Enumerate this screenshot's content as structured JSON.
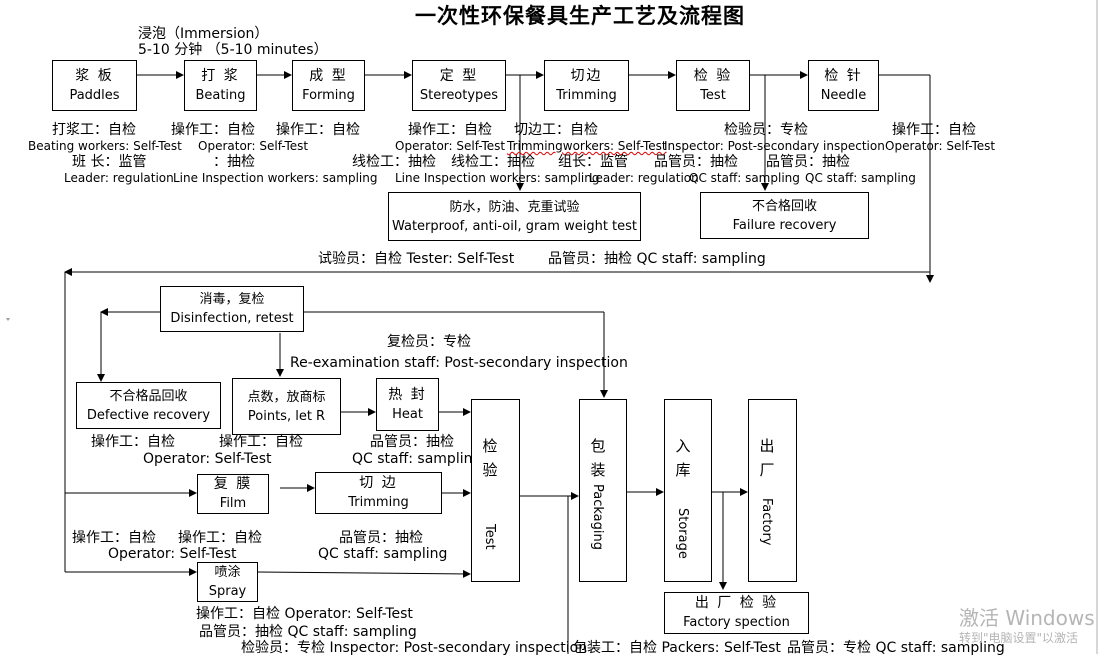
{
  "title": "一次性环保餐具生产工艺及流程图",
  "immersion": {
    "zh": "浸泡（Immersion）",
    "time": "5-10 分钟 （5-10 minutes）"
  },
  "steps": {
    "paddles": {
      "zh": "浆 板",
      "en": "Paddles"
    },
    "beating": {
      "zh": "打 浆",
      "en": "Beating"
    },
    "forming": {
      "zh": "成 型",
      "en": "Forming"
    },
    "stereotypes": {
      "zh": "定  型",
      "en": "Stereotypes"
    },
    "trimming": {
      "zh": "切边",
      "en": "Trimming"
    },
    "test": {
      "zh": "检 验",
      "en": "Test"
    },
    "needle": {
      "zh": "检 针",
      "en": "Needle"
    },
    "waterproof": {
      "zh": "防水，防油、克重试验",
      "en": "Waterproof, anti-oil, gram weight test"
    },
    "failure": {
      "zh": "不合格回收",
      "en": "Failure recovery"
    },
    "disinfection": {
      "zh": "消毒，复检",
      "en": "Disinfection, retest"
    },
    "defective": {
      "zh": "不合格品回收",
      "en": "Defective recovery"
    },
    "points": {
      "zh": "点数，放商标",
      "en": "Points, let R"
    },
    "heat": {
      "zh": "热 封",
      "en": "Heat"
    },
    "film": {
      "zh": "复  膜",
      "en": "Film"
    },
    "trimming2": {
      "zh": "切  边",
      "en": "Trimming"
    },
    "spray": {
      "zh": "喷涂",
      "en": "Spray"
    },
    "test2": {
      "zh": "检验",
      "en": "Test"
    },
    "packaging": {
      "zh": "包装",
      "en": "Packaging"
    },
    "storage": {
      "zh": "入库",
      "en": "Storage"
    },
    "factory": {
      "zh": "出厂",
      "en": "Factory"
    },
    "factory_insp": {
      "zh": "出 厂 检 验",
      "en": "Factory spection"
    }
  },
  "notes": {
    "n1a": "打浆工：自检",
    "n1b": "Beating workers: Self-Test",
    "n1c": "班 长：监管",
    "n1d": "Leader: regulation",
    "n2a": "操作工：自检",
    "n2b": "Operator: Self-Test",
    "n2c": "：抽检",
    "n2d": "Line Inspection workers: sampling",
    "n3a": "操作工：自检",
    "n4a": "操作工：自检",
    "n4b": "Operator: Self-Test",
    "n4c": "线检工：抽检",
    "n4d": "线检工：抽检",
    "n4e": "Line Inspection workers: sampling",
    "n5a": "切边工：自检",
    "n5b": "Trimmingworkers: Self-Test",
    "n5c": "组长：监管",
    "n5d": "Leader: regulation",
    "n5e": "QC staff: sampling",
    "n6a": "检验员：专检",
    "n6b": "Inspector: Post-secondary inspection",
    "n6c": "品管员：抽检",
    "n6d": "品管员：抽检",
    "n6e": "QC staff: sampling",
    "n7a": "操作工：自检",
    "n7b": "Operator: Self-Test",
    "n8a": "试验员：自检 Tester: Self-Test",
    "n8b": "品管员：抽检 QC staff: sampling",
    "n9a": "复检员：专检",
    "n9b": "Re-examination staff: Post-secondary inspection",
    "n10a": "操作工：自检",
    "n10b": "操作工：自检",
    "n10c": "Operator: Self-Test",
    "n11a": "品管员：抽检",
    "n11b": "QC staff: sampling",
    "n12a": "操作工：自检",
    "n12b": "操作工：自检",
    "n12c": "Operator: Self-Test",
    "n13a": "品管员：抽检",
    "n13b": "QC staff: sampling",
    "n14a": "操作工：自检 Operator: Self-Test",
    "n14b": "品管员：抽检 QC staff: sampling",
    "n14c": "检验员：专检 Inspector: Post-secondary inspection",
    "n15a": "包装工：自检 Packers: Self-Test",
    "n15b": "品管员：专检 QC staff: sampling"
  },
  "watermark": {
    "line1": "激活 Windows",
    "line2": "转到\"电脑设置\"以激活"
  }
}
